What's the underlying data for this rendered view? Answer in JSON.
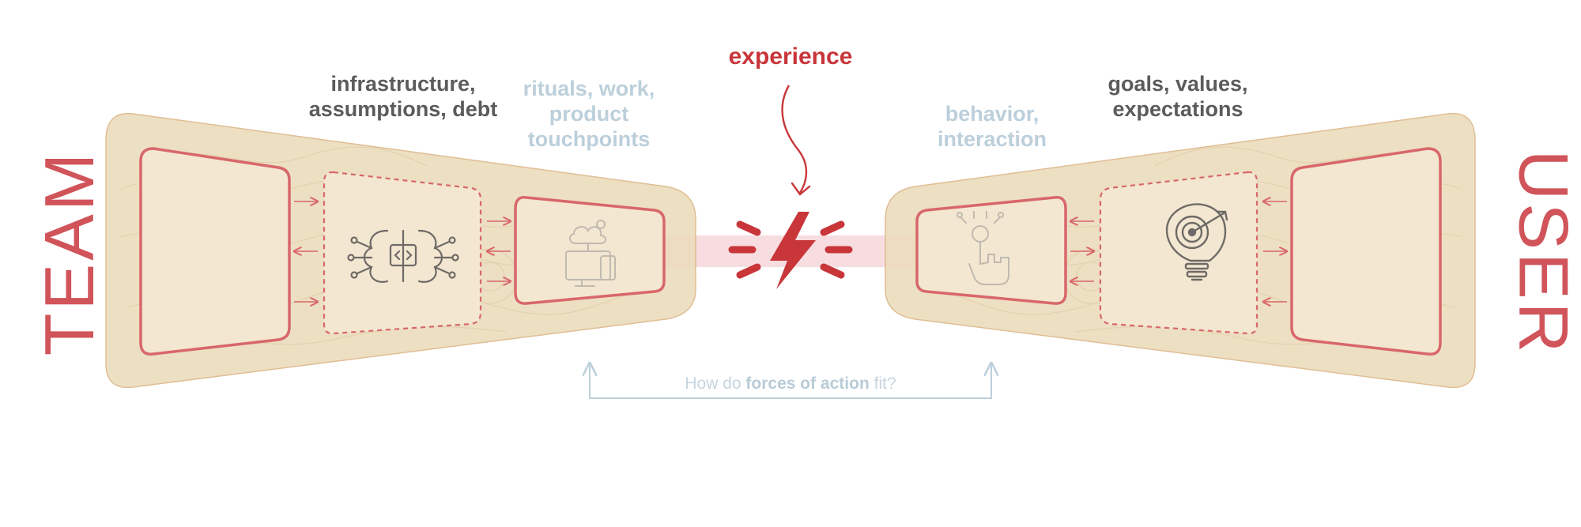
{
  "labels": {
    "team": "TEAM",
    "user": "USER",
    "experience": "experience",
    "team_infra_line1": "infrastructure,",
    "team_infra_line2": "assumptions, debt",
    "team_rituals_line1": "rituals, work,",
    "team_rituals_line2": "product",
    "team_rituals_line3": "touchpoints",
    "user_behavior_line1": "behavior,",
    "user_behavior_line2": "interaction",
    "user_goals_line1": "goals, values,",
    "user_goals_line2": "expectations"
  },
  "question": {
    "prefix": "How do ",
    "emphasis": "forces of action",
    "suffix": " fit?"
  },
  "icons": {
    "team_middle": "brain-code-icon",
    "team_inner": "cloud-devices-icon",
    "user_inner": "touch-hand-icon",
    "user_middle": "target-bulb-icon",
    "center": "lightning-bolt-icon"
  },
  "colors": {
    "accent_red": "#c8363a",
    "frame_red": "#d8676a",
    "sand": "#ecdcbc",
    "muted_blue": "#bccfdb",
    "dark_text": "#5b5b5b"
  }
}
